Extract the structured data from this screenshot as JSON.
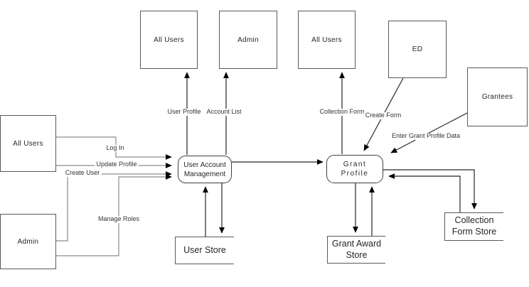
{
  "diagram_type": "data-flow-diagram",
  "colors": {
    "background": "#ffffff",
    "box_border": "#595959",
    "process_border": "#404040",
    "line_gray": "#8c8c8c",
    "line_dark": "#262626",
    "arrowhead": "#000000",
    "text": "#262626"
  },
  "entities": [
    {
      "label": "All Users",
      "position": "top-1"
    },
    {
      "label": "Admin",
      "position": "top-2"
    },
    {
      "label": "All Users",
      "position": "top-3"
    },
    {
      "label": "ED",
      "position": "top-right"
    },
    {
      "label": "Grantees",
      "position": "right"
    },
    {
      "label": "All Users",
      "position": "left-upper"
    },
    {
      "label": "Admin",
      "position": "left-lower"
    }
  ],
  "processes": [
    {
      "label": "User Account Management"
    },
    {
      "label": "Grant Profile"
    }
  ],
  "stores": [
    {
      "label": "User Store"
    },
    {
      "label": "Grant Award Store"
    },
    {
      "label": "Collection Form Store"
    }
  ],
  "flows": [
    {
      "label": "User Profile",
      "from": "User Account Management",
      "to": "All Users (top)"
    },
    {
      "label": "Account List",
      "from": "User Account Management",
      "to": "Admin (top)"
    },
    {
      "label": "Collection Form",
      "from": "Grant Profile",
      "to": "All Users (top)"
    },
    {
      "label": "Create Form",
      "from": "ED",
      "to": "Grant Profile"
    },
    {
      "label": "Enter Grant Profile Data",
      "from": "Grantees",
      "to": "Grant Profile"
    },
    {
      "label": "Log In",
      "from": "All Users (left)",
      "to": "User Account Management"
    },
    {
      "label": "Update Profile",
      "from": "All Users (left)",
      "to": "User Account Management"
    },
    {
      "label": "Create User",
      "from": "Admin (left)",
      "to": "User Account Management"
    },
    {
      "label": "Manage Roles",
      "from": "Admin (left)",
      "to": "User Account Management"
    },
    {
      "label": "",
      "from": "User Account Management",
      "to": "Grant Profile"
    },
    {
      "label": "",
      "from": "User Account Management",
      "to": "User Store"
    },
    {
      "label": "",
      "from": "User Store",
      "to": "User Account Management"
    },
    {
      "label": "",
      "from": "Grant Profile",
      "to": "Grant Award Store"
    },
    {
      "label": "",
      "from": "Grant Award Store",
      "to": "Grant Profile"
    },
    {
      "label": "",
      "from": "Grant Profile",
      "to": "Collection Form Store"
    },
    {
      "label": "",
      "from": "Collection Form Store",
      "to": "Grant Profile"
    }
  ]
}
